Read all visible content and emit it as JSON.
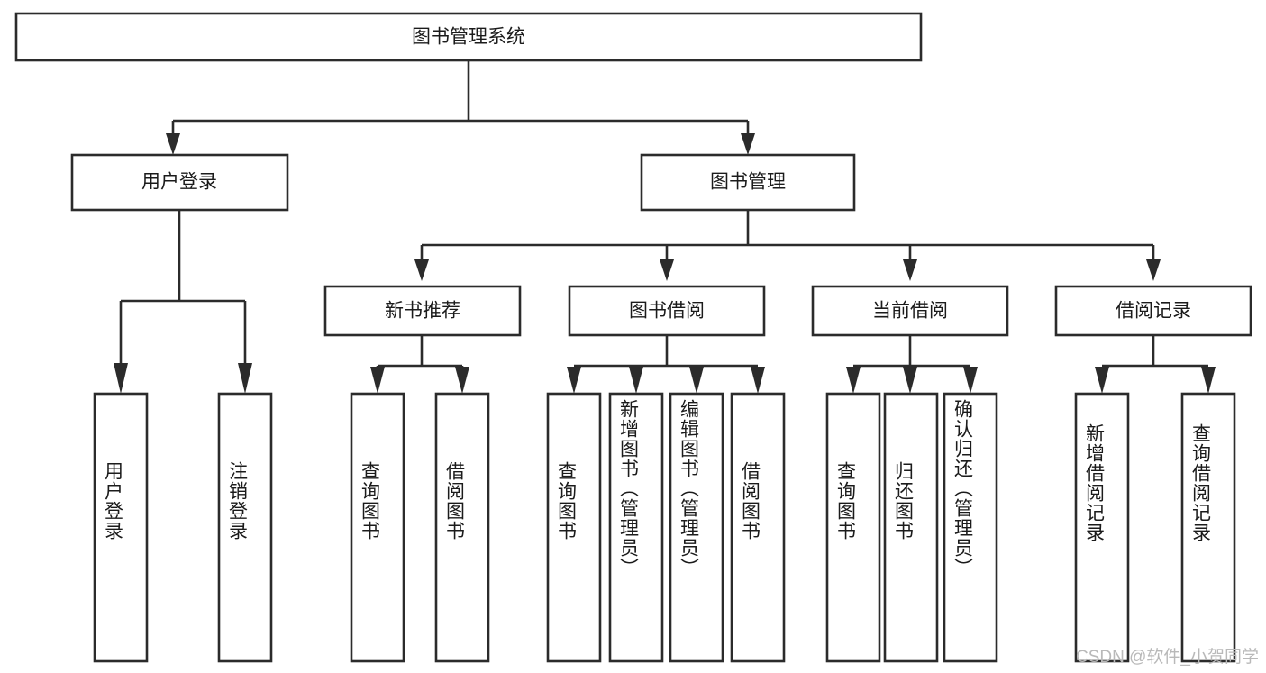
{
  "diagram": {
    "type": "tree",
    "title": "图书管理系统",
    "orientation": "top-down",
    "colors": {
      "box_stroke": "#2b2b2b",
      "box_fill": "#ffffff",
      "text": "#1b1b1b",
      "background": "#ffffff",
      "watermark": "#b9b9b9"
    }
  },
  "root": {
    "label": "图书管理系统"
  },
  "level1": [
    {
      "label": "用户登录"
    },
    {
      "label": "图书管理"
    }
  ],
  "level2": [
    {
      "label": "新书推荐"
    },
    {
      "label": "图书借阅"
    },
    {
      "label": "当前借阅"
    },
    {
      "label": "借阅记录"
    }
  ],
  "leaves": {
    "user_login": [
      {
        "label": "用户登录"
      },
      {
        "label": "注销登录"
      }
    ],
    "new_book_recommend": [
      {
        "label": "查询图书"
      },
      {
        "label": "借阅图书"
      }
    ],
    "book_borrow": [
      {
        "label": "查询图书"
      },
      {
        "label": "新增图书（管理员）"
      },
      {
        "label": "编辑图书（管理员）"
      },
      {
        "label": "借阅图书"
      }
    ],
    "current_borrow": [
      {
        "label": "查询图书"
      },
      {
        "label": "归还图书"
      },
      {
        "label": "确认归还（管理员）"
      }
    ],
    "borrow_record": [
      {
        "label": "新增借阅记录"
      },
      {
        "label": "查询借阅记录"
      }
    ]
  },
  "watermark": {
    "text": "CSDN @软件_小贺同学"
  }
}
